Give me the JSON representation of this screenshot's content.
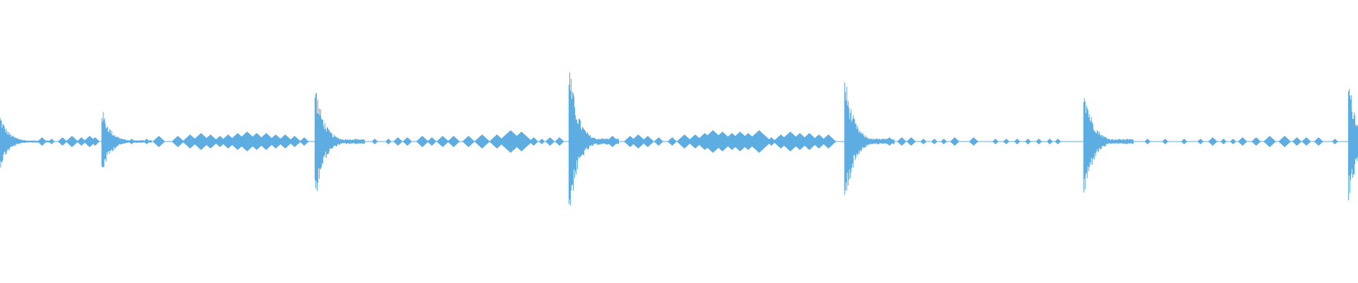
{
  "waveform": {
    "color": "#5dade2",
    "background": "#ffffff",
    "transients": [
      {
        "t": 0.0,
        "amp": 0.2
      },
      {
        "t": 0.075,
        "amp": 0.25
      },
      {
        "t": 0.232,
        "amp": 0.45
      },
      {
        "t": 0.419,
        "amp": 0.58
      },
      {
        "t": 0.622,
        "amp": 0.51
      },
      {
        "t": 0.798,
        "amp": 0.46
      },
      {
        "t": 0.993,
        "amp": 0.47
      }
    ],
    "blips": [
      {
        "t": 0.031,
        "amp": 0.03
      },
      {
        "t": 0.038,
        "amp": 0.02
      },
      {
        "t": 0.046,
        "amp": 0.03
      },
      {
        "t": 0.053,
        "amp": 0.04
      },
      {
        "t": 0.06,
        "amp": 0.03
      },
      {
        "t": 0.066,
        "amp": 0.04
      },
      {
        "t": 0.07,
        "amp": 0.03
      },
      {
        "t": 0.097,
        "amp": 0.02
      },
      {
        "t": 0.108,
        "amp": 0.02
      },
      {
        "t": 0.117,
        "amp": 0.04
      },
      {
        "t": 0.131,
        "amp": 0.04
      },
      {
        "t": 0.14,
        "amp": 0.05
      },
      {
        "t": 0.148,
        "amp": 0.06
      },
      {
        "t": 0.155,
        "amp": 0.05
      },
      {
        "t": 0.162,
        "amp": 0.04
      },
      {
        "t": 0.168,
        "amp": 0.05
      },
      {
        "t": 0.175,
        "amp": 0.06
      },
      {
        "t": 0.182,
        "amp": 0.07
      },
      {
        "t": 0.189,
        "amp": 0.06
      },
      {
        "t": 0.196,
        "amp": 0.06
      },
      {
        "t": 0.203,
        "amp": 0.05
      },
      {
        "t": 0.21,
        "amp": 0.05
      },
      {
        "t": 0.217,
        "amp": 0.04
      },
      {
        "t": 0.224,
        "amp": 0.03
      },
      {
        "t": 0.262,
        "amp": 0.02
      },
      {
        "t": 0.276,
        "amp": 0.02
      },
      {
        "t": 0.286,
        "amp": 0.02
      },
      {
        "t": 0.293,
        "amp": 0.03
      },
      {
        "t": 0.3,
        "amp": 0.03
      },
      {
        "t": 0.311,
        "amp": 0.04
      },
      {
        "t": 0.318,
        "amp": 0.03
      },
      {
        "t": 0.326,
        "amp": 0.04
      },
      {
        "t": 0.334,
        "amp": 0.04
      },
      {
        "t": 0.345,
        "amp": 0.04
      },
      {
        "t": 0.355,
        "amp": 0.05
      },
      {
        "t": 0.366,
        "amp": 0.05
      },
      {
        "t": 0.376,
        "amp": 0.08
      },
      {
        "t": 0.384,
        "amp": 0.07
      },
      {
        "t": 0.393,
        "amp": 0.03
      },
      {
        "t": 0.399,
        "amp": 0.02
      },
      {
        "t": 0.405,
        "amp": 0.03
      },
      {
        "t": 0.412,
        "amp": 0.03
      },
      {
        "t": 0.451,
        "amp": 0.04
      },
      {
        "t": 0.464,
        "amp": 0.04
      },
      {
        "t": 0.47,
        "amp": 0.05
      },
      {
        "t": 0.477,
        "amp": 0.04
      },
      {
        "t": 0.485,
        "amp": 0.03
      },
      {
        "t": 0.495,
        "amp": 0.03
      },
      {
        "t": 0.504,
        "amp": 0.05
      },
      {
        "t": 0.512,
        "amp": 0.05
      },
      {
        "t": 0.519,
        "amp": 0.06
      },
      {
        "t": 0.525,
        "amp": 0.08
      },
      {
        "t": 0.532,
        "amp": 0.07
      },
      {
        "t": 0.539,
        "amp": 0.06
      },
      {
        "t": 0.545,
        "amp": 0.07
      },
      {
        "t": 0.551,
        "amp": 0.06
      },
      {
        "t": 0.559,
        "amp": 0.08
      },
      {
        "t": 0.568,
        "amp": 0.03
      },
      {
        "t": 0.575,
        "amp": 0.05
      },
      {
        "t": 0.582,
        "amp": 0.07
      },
      {
        "t": 0.589,
        "amp": 0.06
      },
      {
        "t": 0.596,
        "amp": 0.06
      },
      {
        "t": 0.603,
        "amp": 0.05
      },
      {
        "t": 0.61,
        "amp": 0.05
      },
      {
        "t": 0.655,
        "amp": 0.03
      },
      {
        "t": 0.664,
        "amp": 0.03
      },
      {
        "t": 0.671,
        "amp": 0.03
      },
      {
        "t": 0.68,
        "amp": 0.02
      },
      {
        "t": 0.688,
        "amp": 0.02
      },
      {
        "t": 0.695,
        "amp": 0.02
      },
      {
        "t": 0.703,
        "amp": 0.03
      },
      {
        "t": 0.717,
        "amp": 0.03
      },
      {
        "t": 0.733,
        "amp": 0.02
      },
      {
        "t": 0.741,
        "amp": 0.02
      },
      {
        "t": 0.749,
        "amp": 0.02
      },
      {
        "t": 0.757,
        "amp": 0.02
      },
      {
        "t": 0.765,
        "amp": 0.02
      },
      {
        "t": 0.773,
        "amp": 0.02
      },
      {
        "t": 0.779,
        "amp": 0.02
      },
      {
        "t": 0.83,
        "amp": 0.02
      },
      {
        "t": 0.845,
        "amp": 0.02
      },
      {
        "t": 0.858,
        "amp": 0.02
      },
      {
        "t": 0.872,
        "amp": 0.02
      },
      {
        "t": 0.884,
        "amp": 0.02
      },
      {
        "t": 0.893,
        "amp": 0.03
      },
      {
        "t": 0.901,
        "amp": 0.02
      },
      {
        "t": 0.908,
        "amp": 0.02
      },
      {
        "t": 0.915,
        "amp": 0.03
      },
      {
        "t": 0.925,
        "amp": 0.03
      },
      {
        "t": 0.935,
        "amp": 0.04
      },
      {
        "t": 0.946,
        "amp": 0.04
      },
      {
        "t": 0.955,
        "amp": 0.03
      },
      {
        "t": 0.962,
        "amp": 0.03
      },
      {
        "t": 0.971,
        "amp": 0.03
      },
      {
        "t": 0.983,
        "amp": 0.02
      }
    ]
  }
}
